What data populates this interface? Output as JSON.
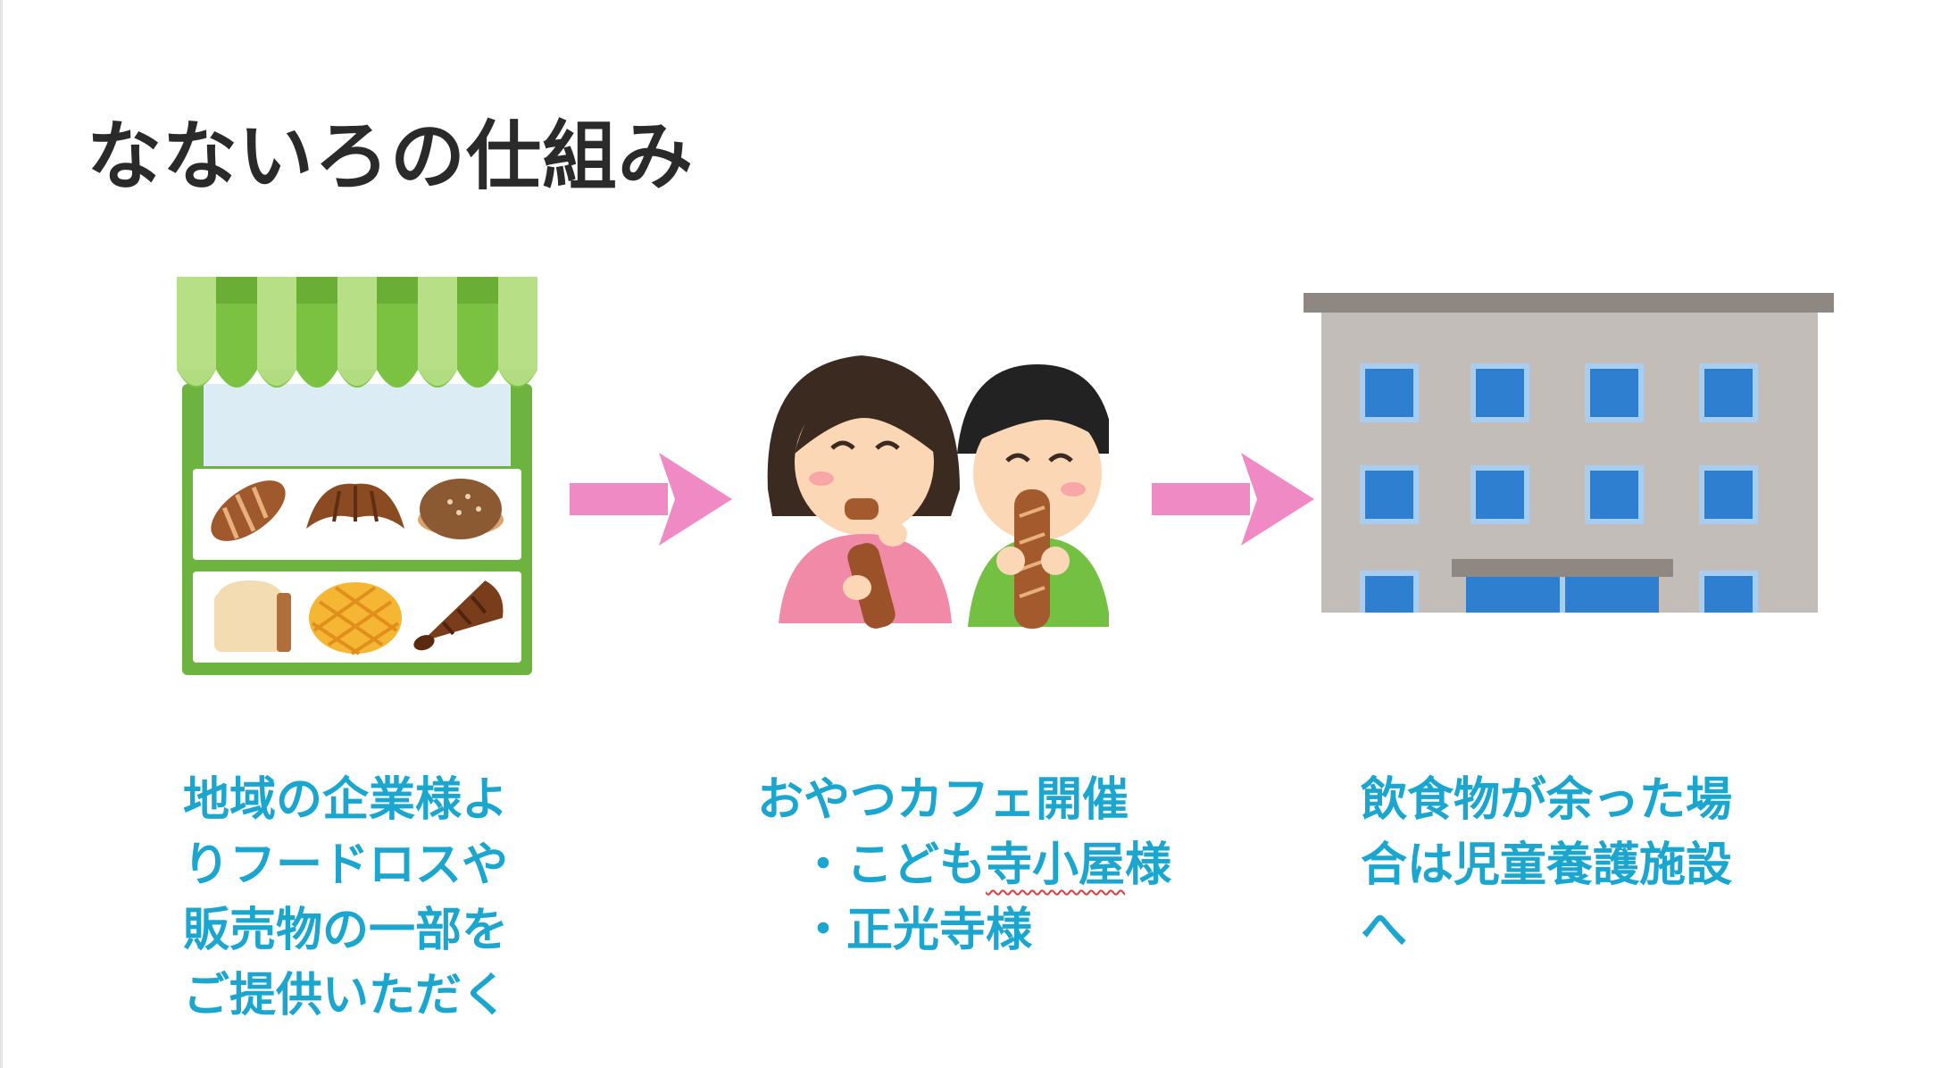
{
  "slide": {
    "title": "なないろの仕組み"
  },
  "steps": [
    {
      "icon": "bakery-shop-icon",
      "caption_lines": [
        "地域の企業様よ",
        "りフードロスや",
        "販売物の一部を",
        "ご提供いただく"
      ]
    },
    {
      "icon": "children-eating-bread-icon",
      "heading": "おやつカフェ開催",
      "items": [
        {
          "bullet": "・",
          "pre": "こども",
          "flagged": "寺小屋",
          "post": "様"
        },
        {
          "bullet": "・",
          "pre": "正光寺様",
          "flagged": "",
          "post": ""
        }
      ]
    },
    {
      "icon": "facility-building-icon",
      "caption_lines": [
        "飲食物が余った場",
        "合は児童養護施設",
        "へ"
      ]
    }
  ],
  "colors": {
    "caption_text": "#1aa6cf",
    "title_text": "#2a2a2a",
    "arrow": "#f08ac4",
    "awning_green": "#7cc242",
    "building_wall": "#c2bdb8",
    "window_blue": "#2f7fd1"
  }
}
